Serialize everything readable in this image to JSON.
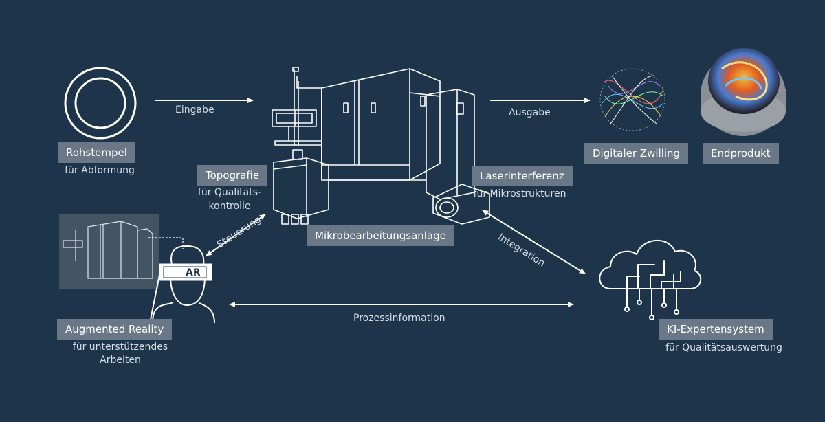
{
  "nodes": {
    "rohstempel": {
      "title": "Rohstempel",
      "subtitle": "für Abformung"
    },
    "topografie": {
      "title": "Topografie",
      "subtitle_line1": "für Qualitäts-",
      "subtitle_line2": "kontrolle"
    },
    "anlage": {
      "title": "Mikrobearbeitungsanlage"
    },
    "laser": {
      "title": "Laserinterferenz",
      "subtitle": "für Mikrostrukturen"
    },
    "zwilling": {
      "title": "Digitaler Zwilling"
    },
    "endprodukt": {
      "title": "Endprodukt"
    },
    "ar": {
      "title": "Augmented Reality",
      "subtitle_line1": "für unterstützendes",
      "subtitle_line2": "Arbeiten",
      "badge": "AR"
    },
    "ki": {
      "title": "KI-Expertensystem",
      "subtitle": "für Qualitätsauswertung"
    }
  },
  "flows": {
    "eingabe": "Eingabe",
    "ausgabe": "Ausgabe",
    "steuerung": "Steuerung",
    "integration": "Integration",
    "prozess": "Prozessinformation"
  },
  "colors": {
    "background": "#1e344a",
    "label_bg": "#6a7787",
    "line": "#ffffff",
    "text": "#d6dde6"
  }
}
